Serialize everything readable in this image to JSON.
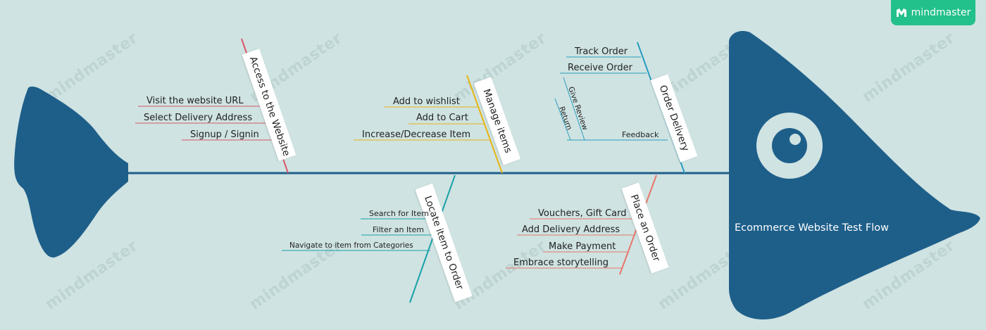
{
  "badge": {
    "label": "mindmaster",
    "icon": "mindmaster-logo-icon"
  },
  "watermark": "mindmaster",
  "head_title": "Ecommerce Website Test Flow",
  "colors": {
    "background": "#cfe3e2",
    "fish": "#1e5f8a",
    "spine": "#1e5f8a",
    "access": "#d9576a",
    "manage": "#e8b512",
    "order_delivery": "#2a9cbf",
    "locate": "#1aa1a8",
    "place": "#e8756a"
  },
  "categories": {
    "access": {
      "label": "Access to the Website",
      "items": [
        "Visit the website URL",
        "Select Delivery Address",
        "Signup / Signin"
      ]
    },
    "manage": {
      "label": "Manage items",
      "items": [
        "Add to wishlist",
        "Add to Cart",
        "Increase/Decrease Item"
      ]
    },
    "order_delivery": {
      "label": "Order Delivery",
      "items": [
        "Track Order",
        "Receive Order"
      ],
      "feedback": {
        "label": "Feedback",
        "items": [
          "Give Review",
          "Return"
        ]
      }
    },
    "locate": {
      "label": "Locate item to Order",
      "items": [
        "Search for Item",
        "Filter an Item",
        "Navigate to item from Categories"
      ]
    },
    "place": {
      "label": "Place an Order",
      "items": [
        "Vouchers, Gift Card",
        "Add Delivery Address",
        "Make Payment",
        "Embrace storytelling"
      ]
    }
  }
}
